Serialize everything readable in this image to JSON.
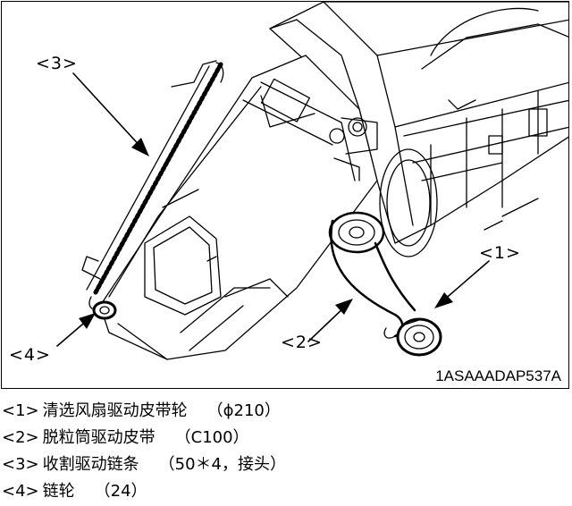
{
  "figure": {
    "callouts": {
      "c1": "<1>",
      "c2": "<2>",
      "c3": "<3>",
      "c4": "<4>"
    },
    "code": "1ASAAADAP537A"
  },
  "legend": [
    {
      "num": "<1>",
      "name": "清选风扇驱动皮带轮",
      "note": "（ϕ210）"
    },
    {
      "num": "<2>",
      "name": "脱粒筒驱动皮带",
      "note": "（C100）"
    },
    {
      "num": "<3>",
      "name": "收割驱动链条",
      "note": "（50＊4，接头）"
    },
    {
      "num": "<4>",
      "name": "链轮",
      "note": "（24）"
    }
  ]
}
